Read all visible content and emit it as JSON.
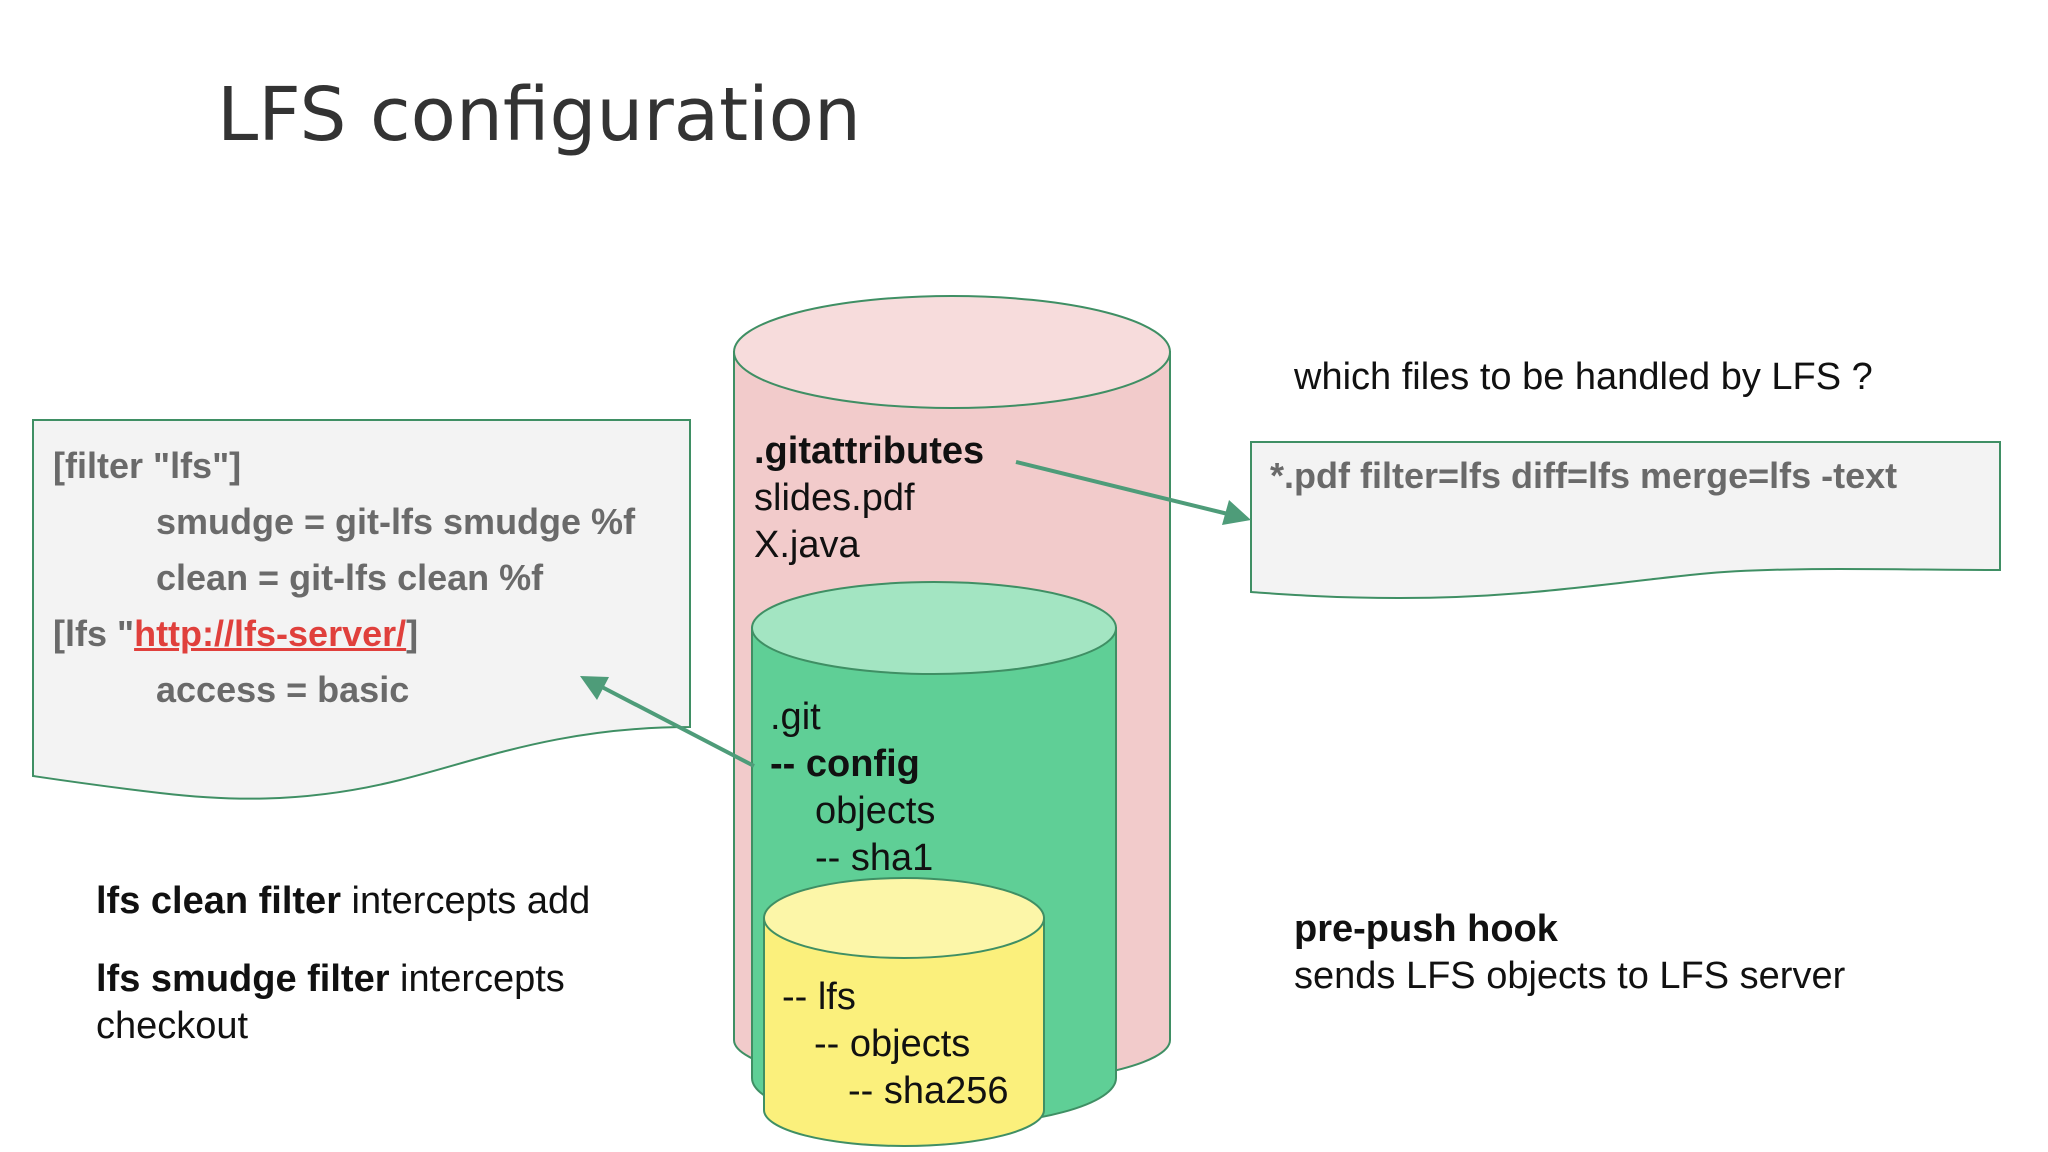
{
  "title": "LFS configuration",
  "config_file": {
    "line1": "[filter \"lfs\"]",
    "line2": "smudge = git-lfs smudge %f",
    "line3": "clean = git-lfs clean %f",
    "line4_prefix": "[lfs \"",
    "line4_link": "http://lfs-server/",
    "line4_suffix": "]",
    "line5": "access = basic"
  },
  "attributes_file": {
    "line1": "*.pdf filter=lfs diff=lfs merge=lfs -text"
  },
  "question": "which files to be handled by LFS ?",
  "working_tree": {
    "file1": ".gitattributes",
    "file2": "slides.pdf",
    "file3": "X.java"
  },
  "git_dir": {
    "line1": ".git",
    "line2": "-- config",
    "line3": "objects",
    "line4": "-- sha1"
  },
  "lfs_dir": {
    "line1": "-- lfs",
    "line2": "-- objects",
    "line3": "-- sha256"
  },
  "notes": {
    "clean_bold": "lfs clean filter",
    "clean_rest": " intercepts add",
    "smudge_bold": "lfs smudge filter",
    "smudge_rest": " intercepts",
    "smudge_rest2": "checkout",
    "prepush_bold": "pre-push hook",
    "prepush_rest": "sends LFS objects to LFS server"
  },
  "colors": {
    "outer_cylinder": "#f2cbcb",
    "outer_cylinder_top": "#f7dcdc",
    "git_cylinder": "#5fcf96",
    "git_cylinder_top": "#a3e5c2",
    "lfs_cylinder": "#fbf07c",
    "lfs_cylinder_top": "#fcf6a8",
    "cylinder_stroke": "#3f8f64",
    "arrow": "#4e9c79",
    "doc_fill": "#f3f3f3",
    "link": "#e0403c"
  }
}
